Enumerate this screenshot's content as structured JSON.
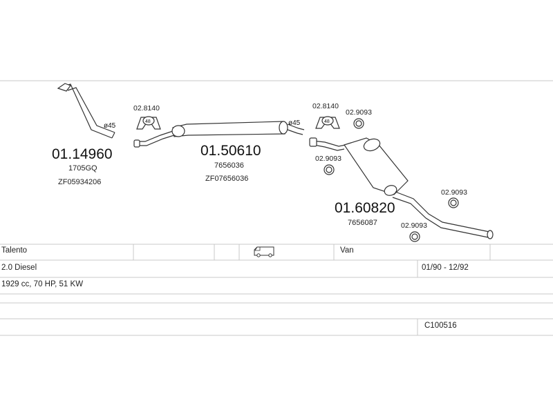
{
  "parts": [
    {
      "number": "01.14960",
      "ref1": "1705GQ",
      "ref2": "ZF05934206",
      "diameter": "ø45"
    },
    {
      "number": "01.50610",
      "ref1": "7656036",
      "ref2": "ZF07656036",
      "diameter": "ø45"
    },
    {
      "number": "01.60820",
      "ref1": "7656087"
    }
  ],
  "clamps": [
    {
      "number": "02.8140",
      "size": "48"
    },
    {
      "number": "02.8140",
      "size": "48"
    }
  ],
  "rings": [
    "02.9093",
    "02.9093",
    "02.9093",
    "02.9093"
  ],
  "table": {
    "model": "Talento",
    "body": "Van",
    "body_icon": "van-icon",
    "engine": "2.0 Diesel",
    "years": "01/90 - 12/92",
    "specs": "1929 cc, 70 HP, 51 KW",
    "code": "C100516"
  }
}
